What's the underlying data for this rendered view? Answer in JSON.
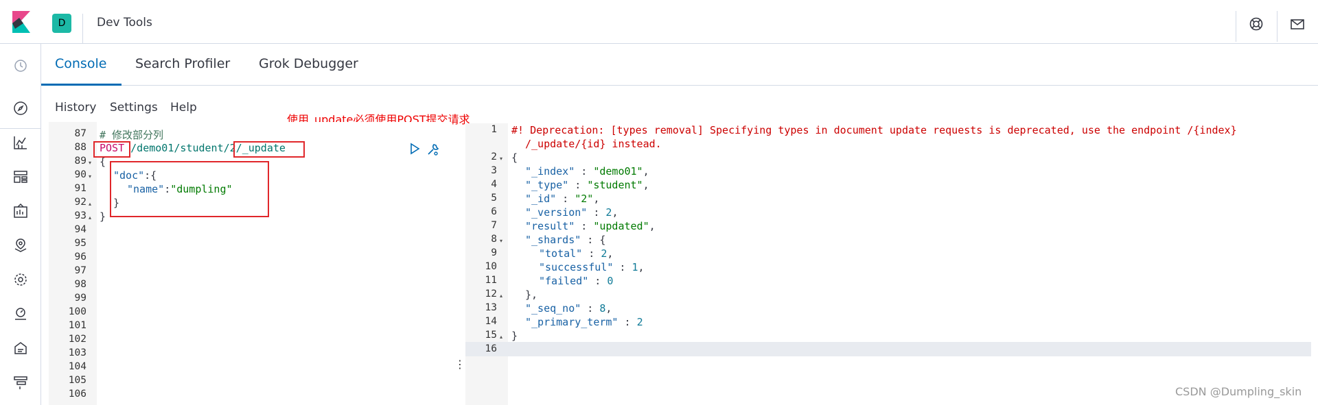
{
  "header": {
    "space_initial": "D",
    "app_title": "Dev Tools"
  },
  "tabs": [
    {
      "label": "Console",
      "active": true
    },
    {
      "label": "Search Profiler",
      "active": false
    },
    {
      "label": "Grok Debugger",
      "active": false
    }
  ],
  "console_menu": [
    "History",
    "Settings",
    "Help"
  ],
  "annotation": "使用_update必须使用POST提交请求",
  "request_editor": {
    "line_numbers": [
      "87",
      "88",
      "89",
      "90",
      "91",
      "92",
      "93",
      "94",
      "95",
      "96",
      "97",
      "98",
      "99",
      "100",
      "101",
      "102",
      "103",
      "104",
      "105",
      "106"
    ],
    "comment": "# 修改部分列",
    "method": "POST",
    "url_part1": " /demo01/student/",
    "url_part2": "2/_update",
    "brace_open": "{",
    "doc_key": "\"doc\"",
    "doc_open": ":{",
    "name_key": "\"name\"",
    "name_colon": ":",
    "name_value": "\"dumpling\"",
    "inner_close": "}",
    "brace_close": "}"
  },
  "response_editor": {
    "line_numbers": [
      "1",
      "2",
      "3",
      "4",
      "5",
      "6",
      "7",
      "8",
      "9",
      "10",
      "11",
      "12",
      "13",
      "14",
      "15",
      "16"
    ],
    "warning_line1": "#! Deprecation: [types removal] Specifying types in document update requests is deprecated, use the endpoint /{index}",
    "warning_line2": "/_update/{id} instead.",
    "open": "{",
    "index_key": "\"_index\"",
    "index_val": "\"demo01\"",
    "type_key": "\"_type\"",
    "type_val": "\"student\"",
    "id_key": "\"_id\"",
    "id_val": "\"2\"",
    "version_key": "\"_version\"",
    "version_val": "2",
    "result_key": "\"result\"",
    "result_val": "\"updated\"",
    "shards_key": "\"_shards\"",
    "total_key": "\"total\"",
    "total_val": "2",
    "successful_key": "\"successful\"",
    "successful_val": "1",
    "failed_key": "\"failed\"",
    "failed_val": "0",
    "shards_close": "},",
    "seq_key": "\"_seq_no\"",
    "seq_val": "8",
    "term_key": "\"_primary_term\"",
    "term_val": "2",
    "close": "}"
  },
  "watermark": "CSDN @Dumpling_skin",
  "colors": {
    "accent": "#006bb4",
    "space_avatar": "#1cb9a6",
    "annotation": "#e0262a",
    "arrow": "#2e7d32"
  },
  "icons": {
    "header": [
      "kibana-logo",
      "help-icon",
      "mail-icon"
    ],
    "nav": [
      "clock-icon",
      "discover-icon",
      "visualize-icon",
      "dashboard-icon",
      "canvas-icon",
      "maps-icon",
      "ml-icon",
      "metrics-icon",
      "logs-icon",
      "apm-icon"
    ],
    "editor": [
      "play-icon",
      "wrench-icon",
      "resize-handle-icon"
    ]
  }
}
